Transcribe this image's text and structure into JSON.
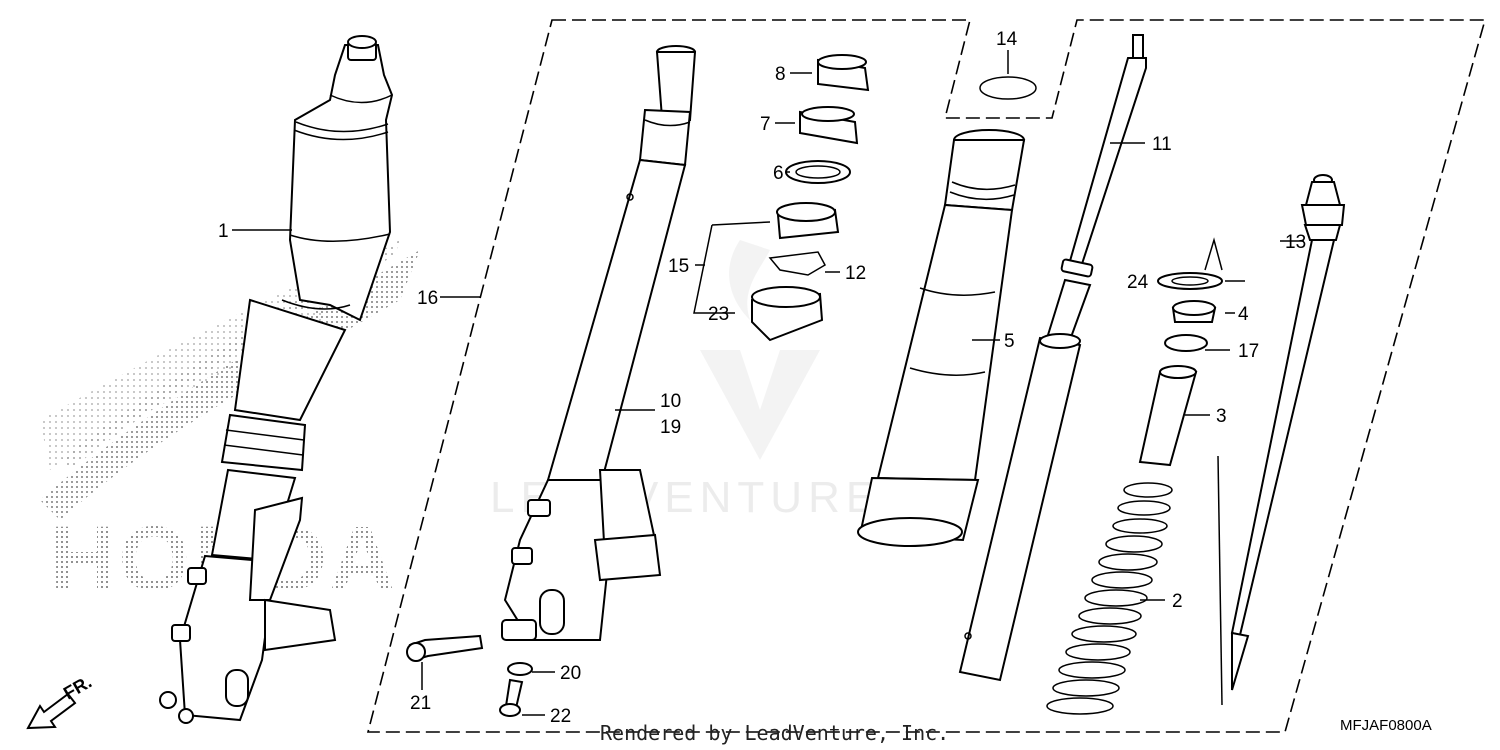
{
  "diagram": {
    "callouts": {
      "c1": "1",
      "c2": "2",
      "c3": "3",
      "c4": "4",
      "c5": "5",
      "c6": "6",
      "c7": "7",
      "c8": "8",
      "c10": "10",
      "c11": "11",
      "c12": "12",
      "c13": "13",
      "c14": "14",
      "c15": "15",
      "c16": "16",
      "c17": "17",
      "c19": "19",
      "c20": "20",
      "c21": "21",
      "c22": "22",
      "c23": "23",
      "c24": "24"
    },
    "direction_label": "FR.",
    "watermark": "LEADVENTURE",
    "background_logo": "HONDA",
    "footer_text": "Rendered by LeadVenture, Inc.",
    "diagram_code": "MFJAF0800A"
  }
}
